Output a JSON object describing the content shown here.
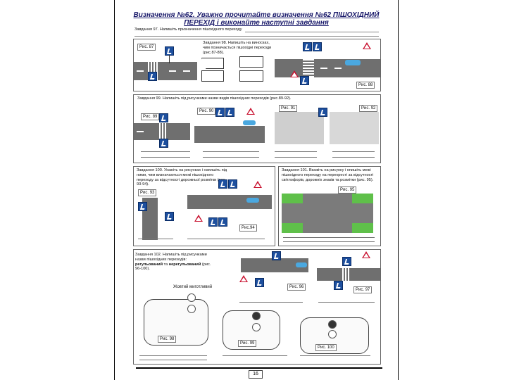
{
  "title": {
    "line1": "Визначення №62. Уважно прочитайте визначення №62 ПІШОХІДНИЙ",
    "line2": "ПЕРЕХІД  і виконайте наступні завдання"
  },
  "task97": "Завдання 97. Напишіть призначення пішохідного переходу",
  "task98": "Завдання 98. Напишіть на виносках, чим позначається пішохідні переходи (рис.87-88).",
  "task99": "Завдання 99. Напишіть під рисунками назви видів пішохідних переходів (рис.89-92).",
  "task100": "Завдання 100. Укажіть на рисунках і напишіть під ними, чим визначаються межі пішохідного переходу за відсутності дорожньої розмітки (рис. 93-94).",
  "task101": "Завдання 101. Вкажіть на рисунку і опишіть межі пішохідного переходу на перехресті за відсутності світлофорів, дорожніх знаків та розмітки (рис. 95).",
  "task102": {
    "text": "Завдання 102. Напишіть під рисунками назви пішохідних переходів:",
    "bold1": "регульований",
    "mid": " та ",
    "bold2": "нерегульований",
    "tail": " (рис. 96-100)."
  },
  "figures": {
    "f87": "Рис. 87",
    "f88": "Рис. 88",
    "f89": "Рис. 89",
    "f90": "Рис. 90",
    "f91": "Рис. 91",
    "f92": "Рис. 92",
    "f93": "Рис. 93",
    "f94": "Рис.94",
    "f95": "Рис. 95",
    "f96": "Рис. 96",
    "f97": "Рис. 97",
    "f98": "Рис. 98",
    "f99": "Рис. 99",
    "f100": "Рис. 100"
  },
  "flashing_label": "Жовтий миготливий",
  "page_number": "16",
  "colors": {
    "title": "#1a1a6b",
    "sign_blue": "#1d4f9e",
    "warning_red": "#c8102e",
    "grass": "#5fc04a"
  }
}
